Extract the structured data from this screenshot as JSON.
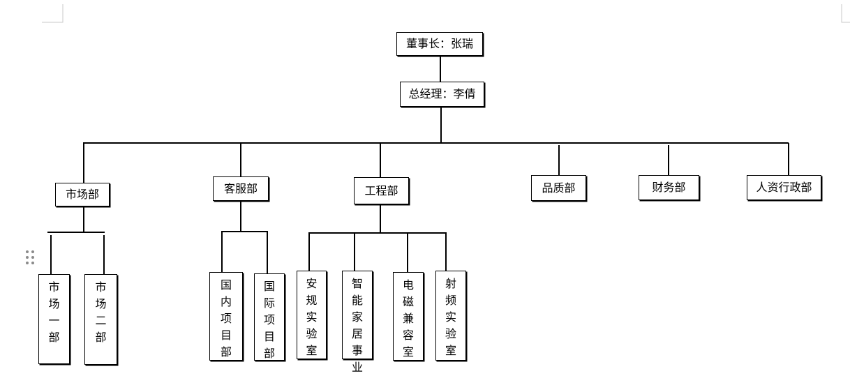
{
  "chart": {
    "chairman": "董事长：张瑞",
    "gm": "总经理：李倩",
    "departments": [
      {
        "id": "market",
        "label": "市场部",
        "subs": [
          "市场一部",
          "市场二部"
        ]
      },
      {
        "id": "service",
        "label": "客服部",
        "subs": [
          "国内项目部",
          "国际项目部"
        ]
      },
      {
        "id": "engineering",
        "label": "工程部",
        "subs": [
          "安规实验室",
          "智能家居事业",
          "电磁兼容室",
          "射频实验室"
        ]
      },
      {
        "id": "quality",
        "label": "品质部",
        "subs": []
      },
      {
        "id": "finance",
        "label": "财务部",
        "subs": []
      },
      {
        "id": "hr",
        "label": "人资行政部",
        "subs": []
      }
    ]
  },
  "colors": {
    "line": "#000000",
    "background": "#ffffff",
    "margin_mark": "#c8c8c8",
    "handle": "#8a8a8a"
  },
  "icons": {
    "drag_handle": "drag-handle-icon"
  }
}
